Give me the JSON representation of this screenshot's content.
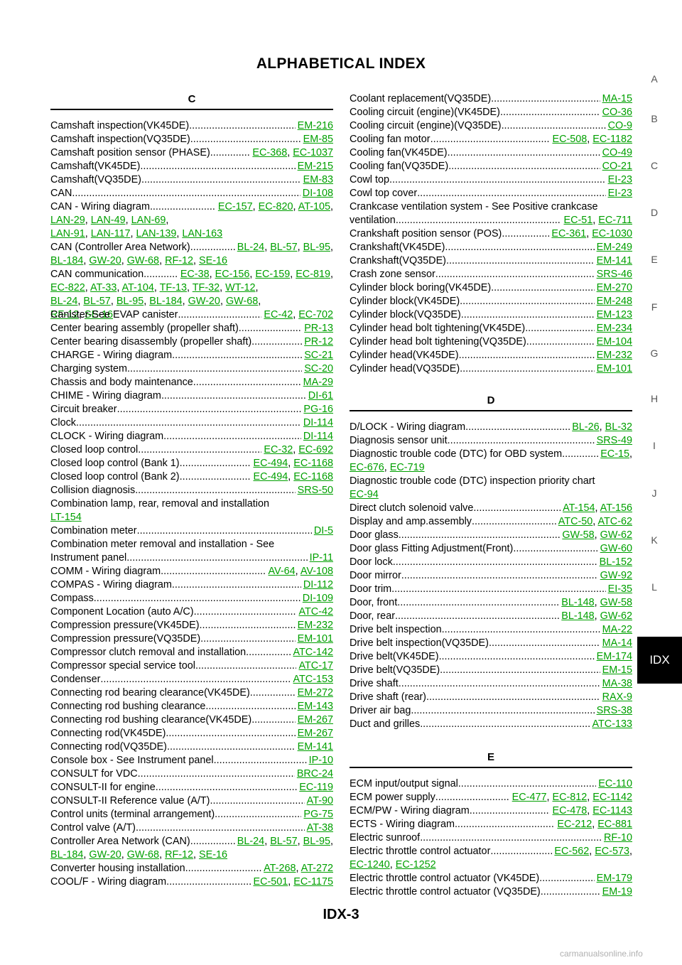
{
  "title": "ALPHABETICAL INDEX",
  "footer": "IDX-3",
  "watermark": "carmanualsonline.info",
  "link_color": "#00a000",
  "side_tabs": [
    "A",
    "B",
    "C",
    "D",
    "E",
    "F",
    "G",
    "H",
    "I",
    "J",
    "K",
    "L"
  ],
  "side_active": "IDX",
  "sections": [
    {
      "letter": "C",
      "entries": [
        {
          "t": [
            "Camshaft inspection(VK45DE)"
          ],
          "r": [
            "EM-216"
          ]
        },
        {
          "t": [
            "Camshaft inspection(VQ35DE)"
          ],
          "r": [
            "EM-85"
          ]
        },
        {
          "t": [
            "Camshaft position sensor (PHASE)"
          ],
          "r": [
            "EC-368",
            "EC-1037"
          ]
        },
        {
          "t": [
            "Camshaft(VK45DE)"
          ],
          "r": [
            "EM-215"
          ]
        },
        {
          "t": [
            "Camshaft(VQ35DE)"
          ],
          "r": [
            "EM-83"
          ]
        },
        {
          "t": [
            "CAN"
          ],
          "r": [
            "DI-108"
          ]
        },
        {
          "t": [
            "CAN - Wiring diagram"
          ],
          "r": [
            "EC-157",
            "EC-820",
            "AT-105",
            "LAN-29",
            "LAN-49",
            "LAN-69",
            "LAN-91",
            "LAN-117",
            "LAN-139",
            "LAN-163"
          ]
        },
        {
          "t": [
            "CAN (Controller Area Network)"
          ],
          "r": [
            "BL-24",
            "BL-57",
            "BL-95",
            "BL-184",
            "GW-20",
            "GW-68",
            "RF-12",
            "SE-16"
          ]
        },
        {
          "t": [
            "CAN communication"
          ],
          "r": [
            "EC-38",
            "EC-156",
            "EC-159",
            "EC-819",
            "EC-822",
            "AT-33",
            "AT-104",
            "TF-13",
            "TF-32",
            "WT-12",
            "BL-24",
            "BL-57",
            "BL-95",
            "BL-184",
            "GW-20",
            "GW-68",
            "RF-12",
            "SE-16"
          ]
        },
        {
          "t": [
            "Canister-See EVAP canister"
          ],
          "r": [
            "EC-42",
            "EC-702"
          ]
        },
        {
          "t": [
            "Center bearing assembly (propeller shaft)"
          ],
          "r": [
            "PR-13"
          ]
        },
        {
          "t": [
            "Center bearing disassembly (propeller shaft)"
          ],
          "r": [
            "PR-12"
          ]
        },
        {
          "t": [
            "CHARGE - Wiring diagram"
          ],
          "r": [
            "SC-21"
          ]
        },
        {
          "t": [
            "Charging system"
          ],
          "r": [
            "SC-20"
          ]
        },
        {
          "t": [
            "Chassis and body maintenance"
          ],
          "r": [
            "MA-29"
          ]
        },
        {
          "t": [
            "CHIME - Wiring diagram"
          ],
          "r": [
            "DI-61"
          ]
        },
        {
          "t": [
            "Circuit breaker"
          ],
          "r": [
            "PG-16"
          ]
        },
        {
          "t": [
            "Clock"
          ],
          "r": [
            "DI-114"
          ]
        },
        {
          "t": [
            "CLOCK - Wiring diagram"
          ],
          "r": [
            "DI-114"
          ]
        },
        {
          "t": [
            "Closed loop control"
          ],
          "r": [
            "EC-32",
            "EC-692"
          ]
        },
        {
          "t": [
            "Closed loop control (Bank 1)"
          ],
          "r": [
            "EC-494",
            "EC-1168"
          ]
        },
        {
          "t": [
            "Closed loop control (Bank 2)"
          ],
          "r": [
            "EC-494",
            "EC-1168"
          ]
        },
        {
          "t": [
            "Collision diagnosis"
          ],
          "r": [
            "SRS-50"
          ]
        },
        {
          "t": [
            "Combination lamp, rear, removal and installation"
          ],
          "r": [
            "LT-154"
          ]
        },
        {
          "t": [
            "Combination meter"
          ],
          "r": [
            "DI-5"
          ]
        },
        {
          "t": [
            "Combination meter removal and installation - See",
            "Instrument panel"
          ],
          "r": [
            "IP-11"
          ]
        },
        {
          "t": [
            "COMM - Wiring diagram"
          ],
          "r": [
            "AV-64",
            "AV-108"
          ]
        },
        {
          "t": [
            "COMPAS - Wiring diagram"
          ],
          "r": [
            "DI-112"
          ]
        },
        {
          "t": [
            "Compass"
          ],
          "r": [
            "DI-109"
          ]
        },
        {
          "t": [
            "Component Location (auto A/C)"
          ],
          "r": [
            "ATC-42"
          ]
        },
        {
          "t": [
            "Compression pressure(VK45DE)"
          ],
          "r": [
            "EM-232"
          ]
        },
        {
          "t": [
            "Compression pressure(VQ35DE)"
          ],
          "r": [
            "EM-101"
          ]
        },
        {
          "t": [
            "Compressor clutch removal and installation"
          ],
          "r": [
            "ATC-142"
          ]
        },
        {
          "t": [
            "Compressor special service tool"
          ],
          "r": [
            "ATC-17"
          ]
        },
        {
          "t": [
            "Condenser"
          ],
          "r": [
            "ATC-153"
          ]
        },
        {
          "t": [
            "Connecting rod bearing clearance(VK45DE)"
          ],
          "r": [
            "EM-272"
          ]
        },
        {
          "t": [
            "Connecting rod bushing clearance"
          ],
          "r": [
            "EM-143"
          ]
        },
        {
          "t": [
            "Connecting rod bushing clearance(VK45DE)"
          ],
          "r": [
            "EM-267"
          ]
        },
        {
          "t": [
            "Connecting rod(VK45DE)"
          ],
          "r": [
            "EM-267"
          ]
        },
        {
          "t": [
            "Connecting rod(VQ35DE)"
          ],
          "r": [
            "EM-141"
          ]
        },
        {
          "t": [
            "Console box - See Instrument panel"
          ],
          "r": [
            "IP-10"
          ]
        },
        {
          "t": [
            "CONSULT for VDC"
          ],
          "r": [
            "BRC-24"
          ]
        },
        {
          "t": [
            "CONSULT-II for engine"
          ],
          "r": [
            "EC-119"
          ]
        },
        {
          "t": [
            "CONSULT-II Reference value (A/T)"
          ],
          "r": [
            "AT-90"
          ]
        },
        {
          "t": [
            "Control units (terminal arrangement)"
          ],
          "r": [
            "PG-75"
          ]
        },
        {
          "t": [
            "Control valve (A/T)"
          ],
          "r": [
            "AT-38"
          ]
        },
        {
          "t": [
            "Controller Area Network (CAN)"
          ],
          "r": [
            "BL-24",
            "BL-57",
            "BL-95",
            "BL-184",
            "GW-20",
            "GW-68",
            "RF-12",
            "SE-16"
          ]
        },
        {
          "t": [
            "Converter housing installation"
          ],
          "r": [
            "AT-268",
            "AT-272"
          ]
        },
        {
          "t": [
            "COOL/F - Wiring diagram"
          ],
          "r": [
            "EC-501",
            "EC-1175"
          ]
        },
        {
          "t": [
            "Coolant replacement(VQ35DE)"
          ],
          "r": [
            "MA-15"
          ]
        },
        {
          "t": [
            "Cooling circuit (engine)(VK45DE)"
          ],
          "r": [
            "CO-36"
          ]
        },
        {
          "t": [
            "Cooling circuit (engine)(VQ35DE)"
          ],
          "r": [
            "CO-9"
          ]
        },
        {
          "t": [
            "Cooling fan motor"
          ],
          "r": [
            "EC-508",
            "EC-1182"
          ]
        },
        {
          "t": [
            "Cooling fan(VK45DE)"
          ],
          "r": [
            "CO-49"
          ]
        },
        {
          "t": [
            "Cooling fan(VQ35DE)"
          ],
          "r": [
            "CO-21"
          ]
        },
        {
          "t": [
            "Cowl top"
          ],
          "r": [
            "EI-23"
          ]
        },
        {
          "t": [
            "Cowl top cover"
          ],
          "r": [
            "EI-23"
          ]
        },
        {
          "t": [
            "Crankcase ventilation system - See Positive crankcase",
            "ventilation"
          ],
          "r": [
            "EC-51",
            "EC-711"
          ]
        },
        {
          "t": [
            "Crankshaft position sensor (POS)"
          ],
          "r": [
            "EC-361",
            "EC-1030"
          ]
        },
        {
          "t": [
            "Crankshaft(VK45DE)"
          ],
          "r": [
            "EM-249"
          ]
        },
        {
          "t": [
            "Crankshaft(VQ35DE)"
          ],
          "r": [
            "EM-141"
          ]
        },
        {
          "t": [
            "Crash zone sensor"
          ],
          "r": [
            "SRS-46"
          ]
        },
        {
          "t": [
            "Cylinder block boring(VK45DE)"
          ],
          "r": [
            "EM-270"
          ]
        },
        {
          "t": [
            "Cylinder block(VK45DE)"
          ],
          "r": [
            "EM-248"
          ]
        },
        {
          "t": [
            "Cylinder block(VQ35DE)"
          ],
          "r": [
            "EM-123"
          ]
        },
        {
          "t": [
            "Cylinder head bolt tightening(VK45DE)"
          ],
          "r": [
            "EM-234"
          ]
        },
        {
          "t": [
            "Cylinder head bolt tightening(VQ35DE)"
          ],
          "r": [
            "EM-104"
          ]
        },
        {
          "t": [
            "Cylinder head(VK45DE)"
          ],
          "r": [
            "EM-232"
          ]
        },
        {
          "t": [
            "Cylinder head(VQ35DE)"
          ],
          "r": [
            "EM-101"
          ]
        }
      ]
    },
    {
      "letter": "D",
      "entries": [
        {
          "t": [
            "D/LOCK - Wiring diagram"
          ],
          "r": [
            "BL-26",
            "BL-32"
          ]
        },
        {
          "t": [
            "Diagnosis sensor unit"
          ],
          "r": [
            "SRS-49"
          ]
        },
        {
          "t": [
            "Diagnostic trouble code (DTC) for OBD system"
          ],
          "r": [
            "EC-15",
            "EC-676",
            "EC-719"
          ]
        },
        {
          "t": [
            "Diagnostic trouble code (DTC) inspection priority chart"
          ],
          "r": [
            "EC-94"
          ]
        },
        {
          "t": [
            "Direct clutch solenoid valve"
          ],
          "r": [
            "AT-154",
            "AT-156"
          ]
        },
        {
          "t": [
            "Display and amp.assembly"
          ],
          "r": [
            "ATC-50",
            "ATC-62"
          ]
        },
        {
          "t": [
            "Door glass"
          ],
          "r": [
            "GW-58",
            "GW-62"
          ]
        },
        {
          "t": [
            "Door glass Fitting Adjustment(Front)"
          ],
          "r": [
            "GW-60"
          ]
        },
        {
          "t": [
            "Door lock"
          ],
          "r": [
            "BL-152"
          ]
        },
        {
          "t": [
            "Door mirror"
          ],
          "r": [
            "GW-92"
          ]
        },
        {
          "t": [
            "Door trim"
          ],
          "r": [
            "EI-35"
          ]
        },
        {
          "t": [
            "Door, front"
          ],
          "r": [
            "BL-148",
            "GW-58"
          ]
        },
        {
          "t": [
            "Door, rear"
          ],
          "r": [
            "BL-148",
            "GW-62"
          ]
        },
        {
          "t": [
            "Drive belt inspection"
          ],
          "r": [
            "MA-22"
          ]
        },
        {
          "t": [
            "Drive belt inspection(VQ35DE)"
          ],
          "r": [
            "MA-14"
          ]
        },
        {
          "t": [
            "Drive belt(VK45DE)"
          ],
          "r": [
            "EM-174"
          ]
        },
        {
          "t": [
            "Drive belt(VQ35DE)"
          ],
          "r": [
            "EM-15"
          ]
        },
        {
          "t": [
            "Drive shaft"
          ],
          "r": [
            "MA-38"
          ]
        },
        {
          "t": [
            "Drive shaft (rear)"
          ],
          "r": [
            "RAX-9"
          ]
        },
        {
          "t": [
            "Driver air bag"
          ],
          "r": [
            "SRS-38"
          ]
        },
        {
          "t": [
            "Duct and grilles"
          ],
          "r": [
            "ATC-133"
          ]
        }
      ]
    },
    {
      "letter": "E",
      "entries": [
        {
          "t": [
            "ECM input/output signal"
          ],
          "r": [
            "EC-110"
          ]
        },
        {
          "t": [
            "ECM power supply"
          ],
          "r": [
            "EC-477",
            "EC-812",
            "EC-1142"
          ]
        },
        {
          "t": [
            "ECM/PW - Wiring diagram"
          ],
          "r": [
            "EC-478",
            "EC-1143"
          ]
        },
        {
          "t": [
            "ECTS - Wiring diagram"
          ],
          "r": [
            "EC-212",
            "EC-881"
          ]
        },
        {
          "t": [
            "Electric sunroof"
          ],
          "r": [
            "RF-10"
          ]
        },
        {
          "t": [
            "Electric throttle control actuator"
          ],
          "r": [
            "EC-562",
            "EC-573",
            "EC-1240",
            "EC-1252"
          ]
        },
        {
          "t": [
            "Electric throttle control actuator (VK45DE)"
          ],
          "r": [
            "EM-179"
          ]
        },
        {
          "t": [
            "Electric throttle control actuator (VQ35DE)"
          ],
          "r": [
            "EM-19"
          ]
        }
      ]
    }
  ]
}
